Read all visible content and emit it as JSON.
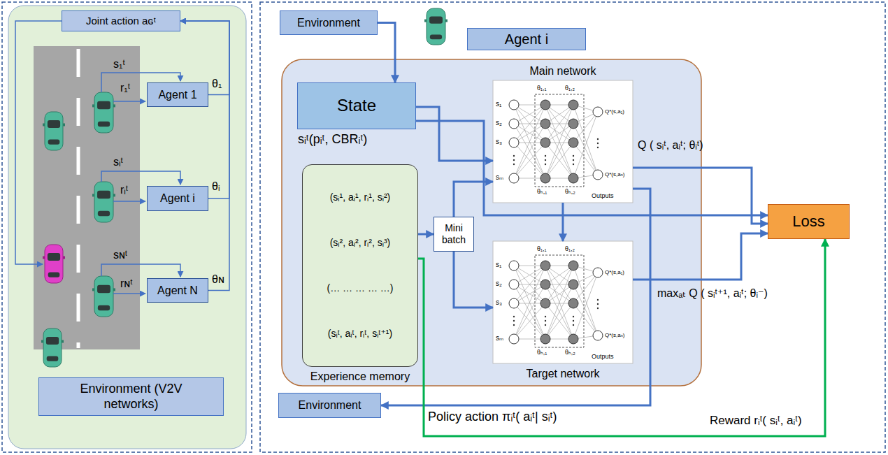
{
  "diagram": {
    "nodes": [
      {
        "text": [
          "Joint action aɢᵗ"
        ]
      },
      {
        "text": [
          "Agent 1"
        ]
      },
      {
        "text": [
          "Agent i"
        ]
      },
      {
        "text": [
          "Agent N"
        ]
      },
      {
        "text": [
          "Environment (V2V networks)"
        ]
      },
      {
        "text": [
          "Environment"
        ]
      },
      {
        "text": [
          "Agent i"
        ]
      },
      {
        "text": [
          "State",
          "sᵢᵗ(pᵢᵗ, CBRᵢᵗ)"
        ]
      },
      {
        "text": [
          "(sᵢ¹, aᵢ¹, rᵢ¹, sᵢ²)",
          "(sᵢ², aᵢ², rᵢ², sᵢ³)",
          "(… … … … …)",
          "(sᵢᵗ, aᵢᵗ, rᵢᵗ, sᵢᵗ⁺¹)",
          "Experience memory"
        ]
      },
      {
        "text": [
          "Mini batch"
        ]
      },
      {
        "text": [
          "Main network"
        ]
      },
      {
        "text": [
          "Target network"
        ]
      },
      {
        "text": [
          "Loss"
        ]
      },
      {
        "text": [
          "Environment"
        ]
      }
    ],
    "edges": [
      {
        "from": 1,
        "to": 0,
        "arrow": "to",
        "label": "θ₁"
      },
      {
        "from": 2,
        "to": 0,
        "arrow": "to",
        "label": "θᵢ"
      },
      {
        "from": 3,
        "to": 0,
        "arrow": "to",
        "label": "θɴ"
      },
      {
        "from": 5,
        "to": 7,
        "arrow": "to"
      },
      {
        "from": 7,
        "to": 10,
        "arrow": "to"
      },
      {
        "from": 7,
        "to": 12,
        "arrow": "to"
      },
      {
        "from": 8,
        "to": 9,
        "arrow": "to"
      },
      {
        "from": 9,
        "to": 10,
        "arrow": "to"
      },
      {
        "from": 9,
        "to": 11,
        "arrow": "to"
      },
      {
        "from": 10,
        "to": 11,
        "arrow": "to"
      },
      {
        "from": 10,
        "to": 12,
        "arrow": "to",
        "label": "Q ( sᵢᵗ, aᵢᵗ; θᵢᵗ)"
      },
      {
        "from": 11,
        "to": 12,
        "arrow": "to",
        "label": "maxₐₜ Q ( sᵢᵗ⁺¹, aᵢᵗ; θᵢ⁻)"
      },
      {
        "from": 10,
        "to": 13,
        "arrow": "to",
        "label": "Policy action πᵢᵗ( aᵢᵗ| sᵢᵗ)"
      },
      {
        "from": 8,
        "to": 12,
        "arrow": "to",
        "label": "Reward rᵢᵗ( sᵢᵗ, aᵢᵗ)"
      }
    ],
    "labels": [
      "s₁ᵗ",
      "r₁ᵗ",
      "sᵢᵗ",
      "rᵢᵗ",
      "sɴᵗ",
      "rɴᵗ",
      "s₁",
      "s₂",
      "s₃",
      "sₘ",
      "θ₁,₁",
      "θ₁,₂",
      "θₕ,₁",
      "θₕ,₂",
      "Outputs",
      "Q*(s,a₁)",
      "Q*(s,aₙ)",
      "s₁",
      "s₂",
      "s₃",
      "sₘ",
      "θ₁,₁",
      "θ₁,₂",
      "θₕ,₁",
      "θₕ,₂",
      "Outputs",
      "Q*(s,a₁)",
      "Q*(s,aₙ)"
    ]
  }
}
